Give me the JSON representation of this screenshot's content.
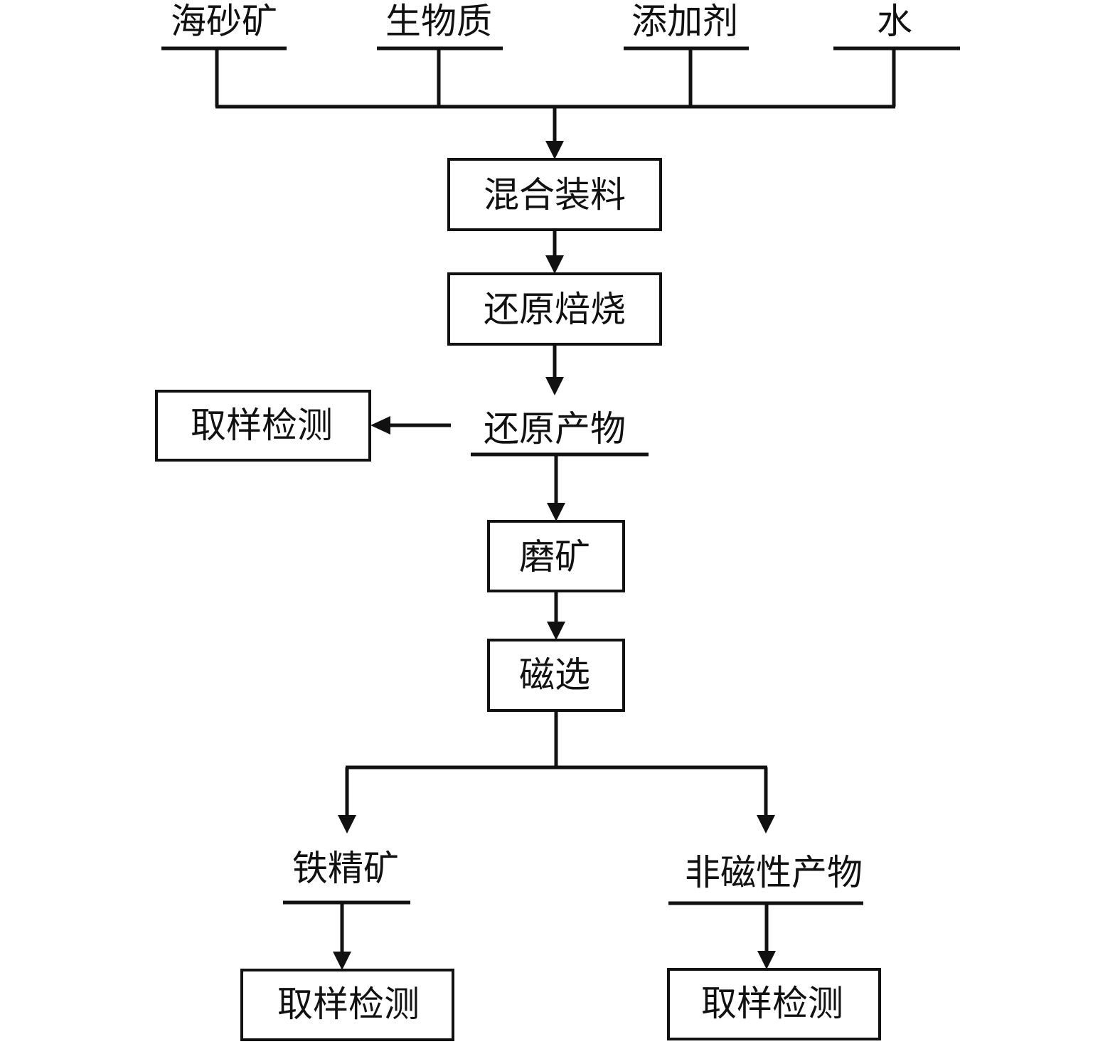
{
  "inputs": [
    "海砂矿",
    "生物质",
    "添加剂",
    "水"
  ],
  "steps": {
    "mix": "混合装料",
    "roast": "还原焙烧",
    "reduced_product": "还原产物",
    "grind": "磨矿",
    "magnetic_separation": "磁选"
  },
  "outputs": {
    "iron_concentrate": "铁精矿",
    "nonmagnetic_product": "非磁性产物"
  },
  "sampling": [
    "取样检测",
    "取样检测",
    "取样检测"
  ],
  "colors": {
    "line": "#111111",
    "background": "#ffffff"
  }
}
